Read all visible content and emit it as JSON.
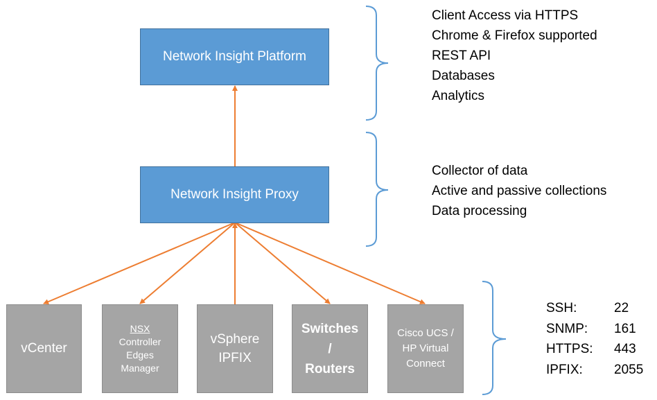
{
  "platform": {
    "label": "Network Insight Platform"
  },
  "proxy": {
    "label": "Network Insight Proxy"
  },
  "sources": {
    "vcenter": "vCenter",
    "nsx": {
      "title": "NSX",
      "lines": [
        "Controller",
        "Edges",
        "Manager"
      ]
    },
    "vsphere": [
      "vSphere",
      "IPFIX"
    ],
    "switches": [
      "Switches",
      "/",
      "Routers"
    ],
    "cisco": [
      "Cisco UCS /",
      "HP Virtual",
      "Connect"
    ]
  },
  "platform_features": [
    "Client Access via HTTPS",
    "Chrome & Firefox supported",
    "REST API",
    "Databases",
    "Analytics"
  ],
  "proxy_features": [
    "Collector of data",
    "Active and passive collections",
    "Data processing"
  ],
  "ports": [
    {
      "protocol": "SSH:",
      "port": "22"
    },
    {
      "protocol": "SNMP:",
      "port": "161"
    },
    {
      "protocol": "HTTPS:",
      "port": "443"
    },
    {
      "protocol": "IPFIX:",
      "port": "2055"
    }
  ],
  "colors": {
    "box_blue": "#5b9bd5",
    "box_gray": "#a5a5a5",
    "arrow": "#ed7d31",
    "brace": "#5b9bd5"
  }
}
